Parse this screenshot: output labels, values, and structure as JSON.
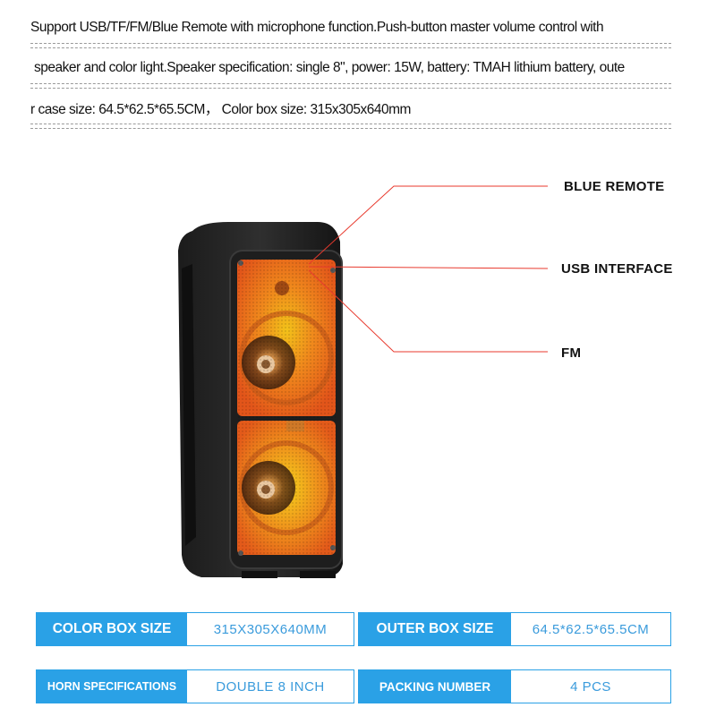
{
  "description": {
    "line1": "Support USB/TF/FM/Blue Remote with microphone function.Push-button master volume control with",
    "line2": "speaker and color light.Speaker specification: single 8\", power: 15W, battery: TMAH lithium battery, oute",
    "line3": "r case size: 64.5*62.5*65.5CM， Color box size: 315x305x640mm"
  },
  "callouts": {
    "blue_remote": "BLUE REMOTE",
    "usb_interface": "USB INTERFACE",
    "fm": "FM"
  },
  "specs": {
    "color_box": {
      "label": "COLOR BOX SIZE",
      "value": "315X305X640MM"
    },
    "outer_box": {
      "label": "OUTER BOX SIZE",
      "value": "64.5*62.5*65.5CM"
    },
    "horn": {
      "label": "HORN SPECIFICATIONS",
      "value": "DOUBLE 8 INCH"
    },
    "packing": {
      "label": "PACKING NUMBER",
      "value": "4 PCS"
    }
  },
  "colors": {
    "accent_blue": "#2aa1e6",
    "callout_red": "#e83a2e",
    "grille_orange": "#f07a1a"
  }
}
